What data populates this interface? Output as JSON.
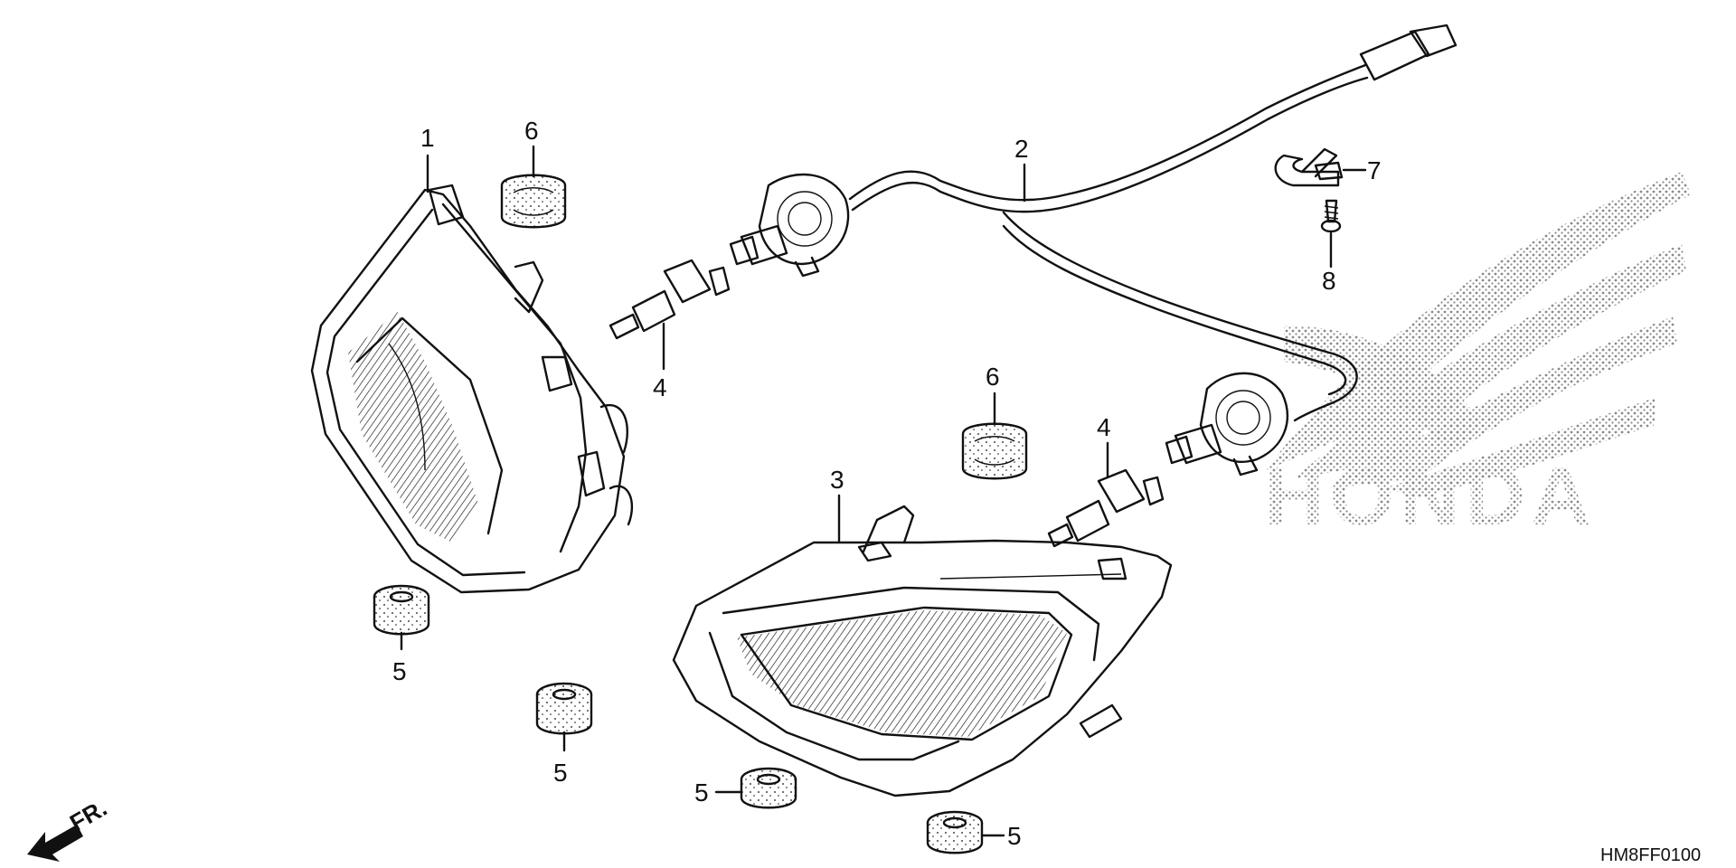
{
  "diagram_code": "HM8FF0100",
  "direction_label": "FR.",
  "watermark_text": "HONDA",
  "callouts": [
    "1",
    "2",
    "3",
    "4",
    "4",
    "5",
    "5",
    "5",
    "5",
    "6",
    "6",
    "7",
    "8"
  ],
  "colors": {
    "ink": "#111111",
    "watermark": "#8a8a8a",
    "background": "#ffffff"
  },
  "icons": {
    "direction": "arrow-down-left-icon",
    "brand": "wing-logo-icon"
  }
}
